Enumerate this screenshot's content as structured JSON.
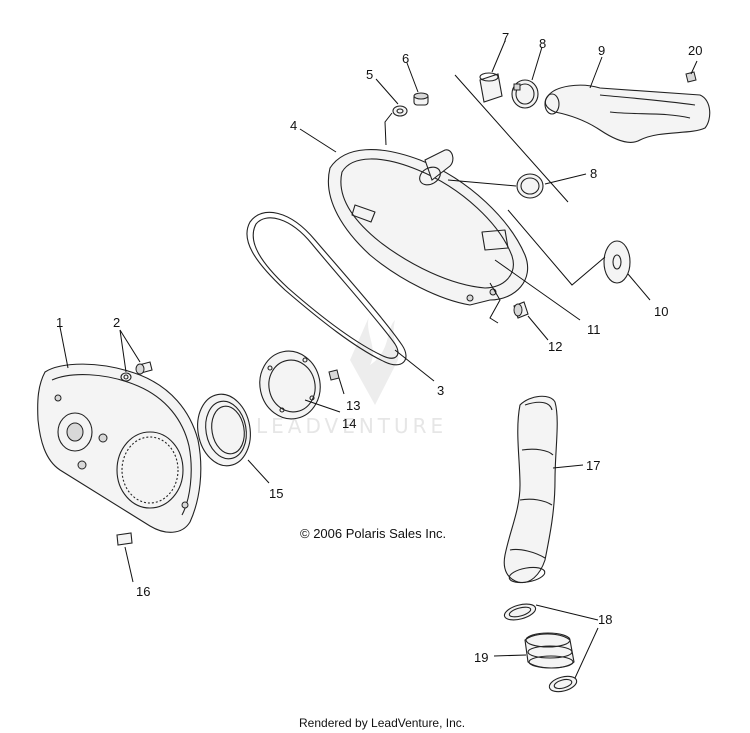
{
  "callouts": [
    "1",
    "2",
    "3",
    "4",
    "5",
    "6",
    "7",
    "8",
    "8",
    "9",
    "10",
    "11",
    "12",
    "13",
    "14",
    "15",
    "16",
    "17",
    "18",
    "19",
    "20"
  ],
  "copyright": "© 2006 Polaris Sales Inc.",
  "watermark": "LEADVENTURE",
  "footer": "Rendered by LeadVenture, Inc.",
  "colors": {
    "line": "#222222",
    "watermark": "#e6e6e6",
    "background": "#ffffff"
  }
}
